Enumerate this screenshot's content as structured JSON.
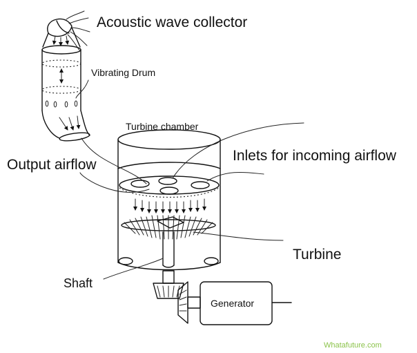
{
  "labels": {
    "acoustic": "Acoustic wave collector",
    "drum": "Vibrating Drum",
    "chamber": "Turbine chamber",
    "inlets": "Inlets for incoming airflow",
    "output": "Output airflow",
    "turbine": "Turbine",
    "shaft": "Shaft",
    "generator": "Generator"
  },
  "watermark": "Whatafuture.com",
  "colors": {
    "ink": "#111111",
    "watermark": "#8bc34a",
    "background": "#ffffff"
  }
}
